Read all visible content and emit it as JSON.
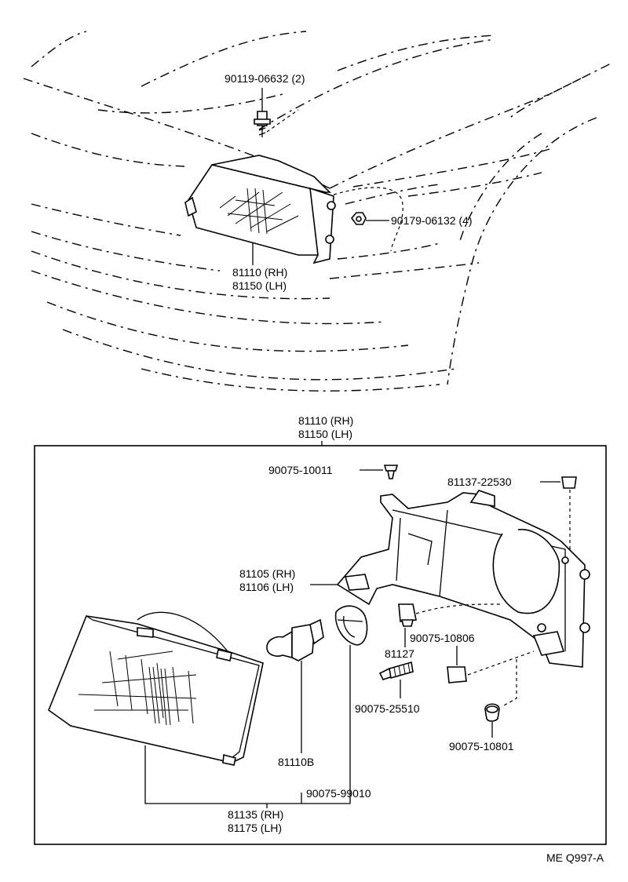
{
  "labels": {
    "bolt_top": "90119-06632 (2)",
    "nut_top": "90179-06132 (4)",
    "assy_top_rh": "81110 (RH)",
    "assy_top_lh": "81150 (LH)",
    "assy_box_rh": "81110 (RH)",
    "assy_box_lh": "81150 (LH)",
    "screw_small": "90075-10011",
    "clip": "81137-22530",
    "housing_rh": "81105 (RH)",
    "housing_lh": "81106 (LH)",
    "adjuster_nut": "90075-10806",
    "bracket": "81127",
    "adjust_screw": "90075-25510",
    "grommet": "90075-10801",
    "bulb": "81110B",
    "socket_ring": "90075-99010",
    "lens_rh": "81135 (RH)",
    "lens_lh": "81175 (LH)",
    "figure_code": "ME Q997-A"
  }
}
